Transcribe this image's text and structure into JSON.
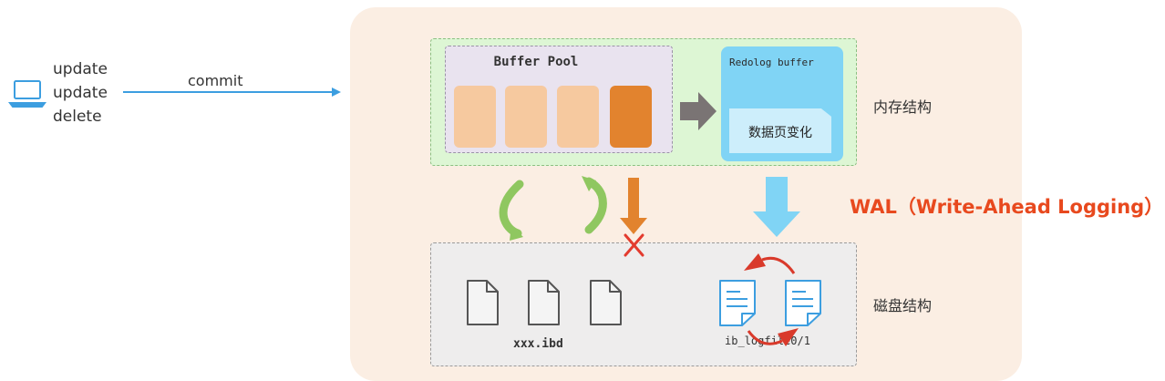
{
  "client": {
    "icon": "laptop-icon",
    "operations": [
      "update",
      "update",
      "delete"
    ],
    "commit_label": "commit"
  },
  "memory": {
    "label": "内存结构",
    "buffer_pool": {
      "title": "Buffer Pool",
      "pages": [
        {
          "state": "clean"
        },
        {
          "state": "clean"
        },
        {
          "state": "clean"
        },
        {
          "state": "dirty"
        }
      ]
    },
    "redolog_buffer": {
      "title": "Redolog buffer",
      "entry": "数据页变化"
    }
  },
  "disk": {
    "label": "磁盘结构",
    "data_files_label": "xxx.ibd",
    "log_files_label": "ib_logfile0/1"
  },
  "wal_label": "WAL（Write-Ahead Logging）",
  "colors": {
    "panel": "#fbeee3",
    "memory_area": "#ddf6d4",
    "buffer_pool": "#e9e3ef",
    "clean_page": "#f6c99f",
    "dirty_page": "#e2832e",
    "redolog": "#80d4f5",
    "disk_area": "#eeeded",
    "wal_text": "#e8491e",
    "sync_arrows": "#8fc760",
    "cross": "#e33b2e",
    "cycle_arrows": "#d93a2b",
    "commit_arrow": "#3c9ee0"
  }
}
